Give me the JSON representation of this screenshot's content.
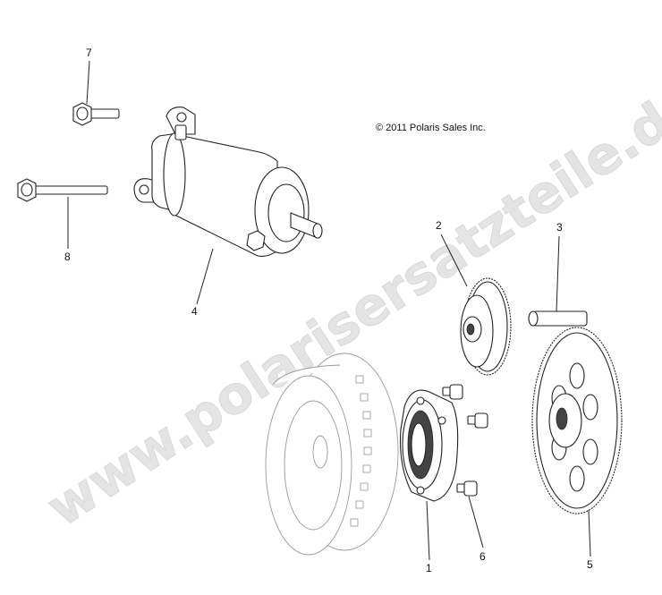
{
  "copyright": "© 2011 Polaris Sales Inc.",
  "watermark": "www.polarisersatzteile.de",
  "callouts": {
    "c1": "1",
    "c2": "2",
    "c3": "3",
    "c4": "4",
    "c5": "5",
    "c6": "6",
    "c7": "7",
    "c8": "8"
  }
}
